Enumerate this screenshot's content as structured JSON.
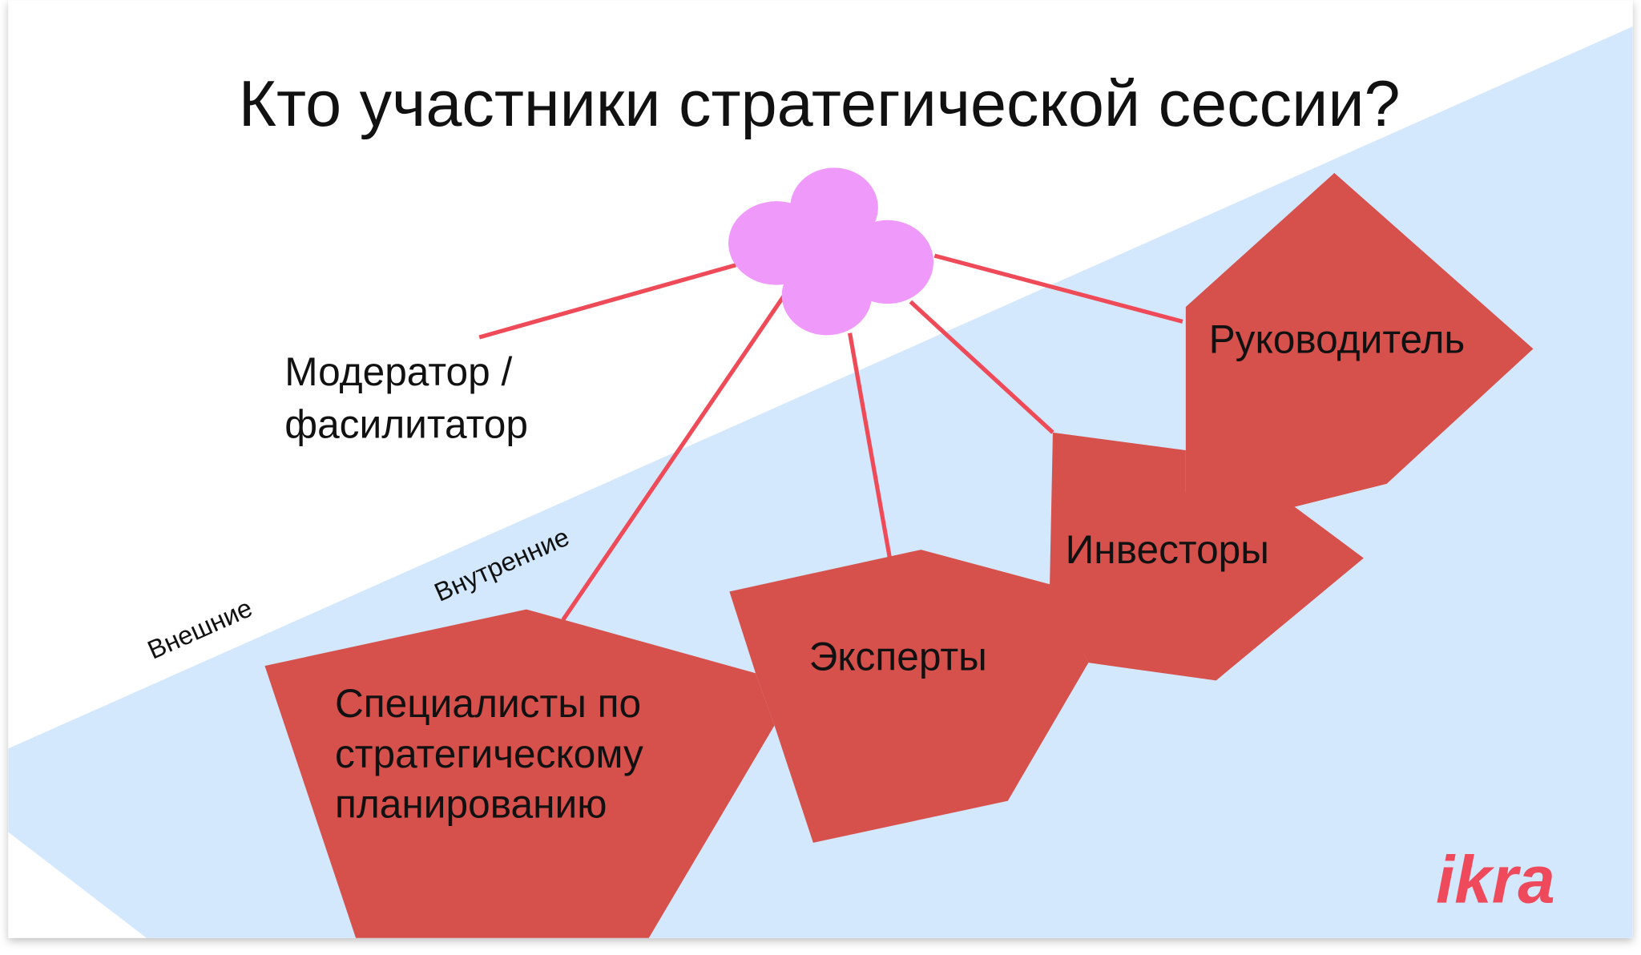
{
  "title": "Кто участники стратегической сессии?",
  "zones": {
    "outer": "Внешние",
    "inner": "Внутренние"
  },
  "moderator": {
    "line1": "Модератор /",
    "line2": "фасилитатор"
  },
  "participants": {
    "leader": "Руководитель",
    "investors": "Инвесторы",
    "experts": "Эксперты",
    "specialists": [
      "Специалисты по",
      "стратегическому",
      "планированию"
    ]
  },
  "logo": "ikra",
  "colors": {
    "shape": "#d6504c",
    "line": "#ee4a58",
    "flower": "#ef99fb",
    "zone": "#d4e8fd",
    "logo": "#ee4a5c"
  }
}
